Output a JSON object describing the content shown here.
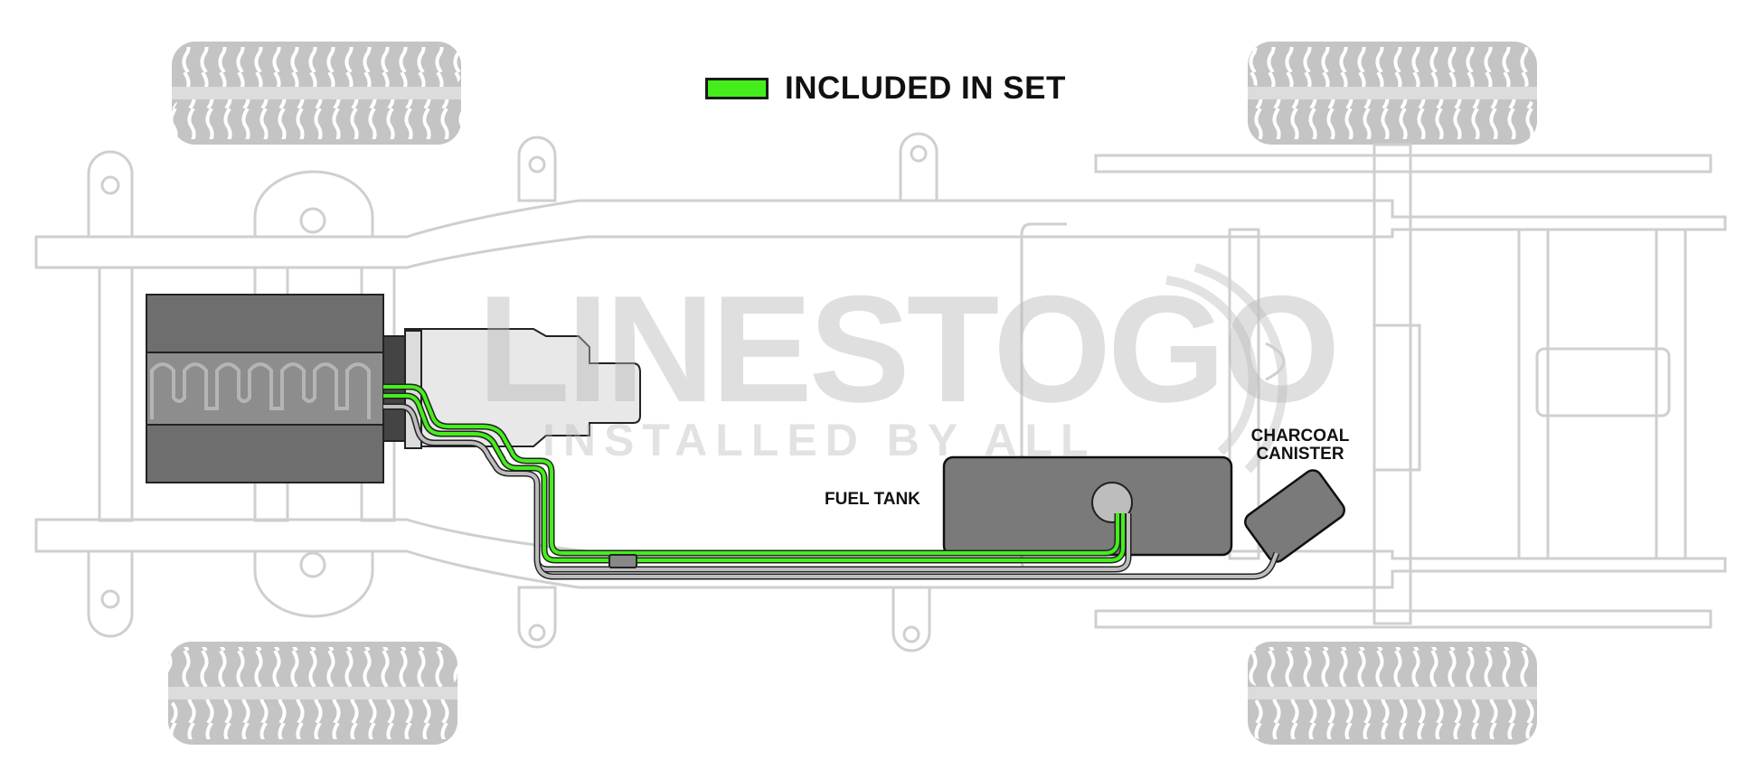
{
  "legend": {
    "label": "INCLUDED IN SET",
    "swatch_color": "#44ee1a"
  },
  "watermark": {
    "brand": "LINESTOGO",
    "tagline": "INSTALLED BY ALL"
  },
  "labels": {
    "fuel_tank": "FUEL TANK",
    "charcoal_canister_line1": "CHARCOAL",
    "charcoal_canister_line2": "CANISTER"
  },
  "colors": {
    "included_line": "#44ee1a",
    "line_outline": "#333333",
    "frame_gray": "#c9c9c9",
    "component_dark": "#7a7a7a",
    "tire_gray": "#c4c4c4"
  }
}
